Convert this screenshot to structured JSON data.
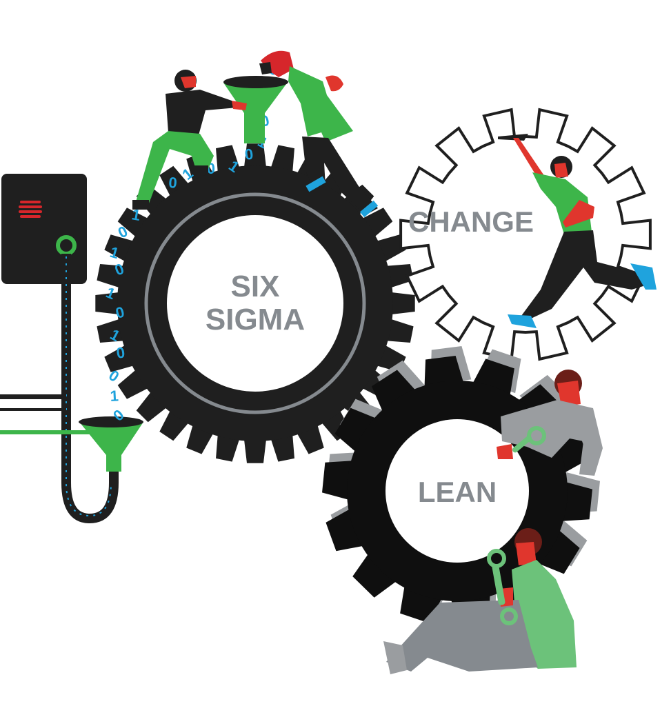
{
  "gears": {
    "six_sigma": {
      "line1": "SIX",
      "line2": "SIGMA"
    },
    "lean": {
      "label": "LEAN"
    },
    "change": {
      "label": "CHANGE"
    }
  },
  "colors": {
    "gear_dark": "#1f1f1f",
    "label_gray": "#858a8f",
    "accent_green": "#3db54a",
    "data_blue": "#1fa3dd",
    "skin": "#e0362d",
    "suit_gray": "#9a9da0",
    "light_green": "#6cc27a"
  },
  "icons": [
    "speaker-grille-icon",
    "funnel-icon",
    "wrench-icon",
    "binary-digit-icon"
  ]
}
